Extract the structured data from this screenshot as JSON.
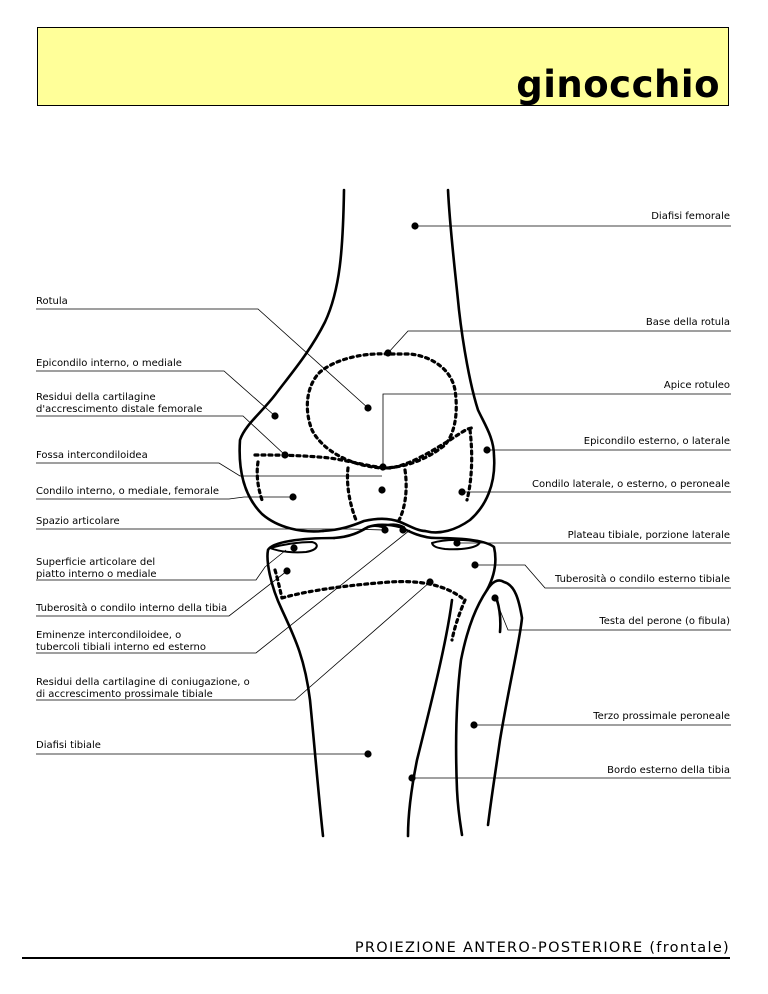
{
  "header": {
    "title": "ginocchio",
    "color": "#ffff99"
  },
  "labels_left": {
    "rotula": "Rotula",
    "epicondilo_interno": "Epicondilo interno, o mediale",
    "residui_cartilagine_l1": "Residui della cartilagine",
    "residui_cartilagine_l2": "d'accrescimento distale femorale",
    "fossa": "Fossa intercondiloidea",
    "condilo_interno": "Condilo interno, o mediale, femorale",
    "spazio": "Spazio articolare",
    "superficie_l1": "Superficie articolare del",
    "superficie_l2": "piatto interno o mediale",
    "tuberosita_interno": "Tuberosità o condilo interno della tibia",
    "eminenze_l1": "Eminenze intercondiloidee, o",
    "eminenze_l2": "tubercoli tibiali interno ed esterno",
    "residui_coniugazione_l1": "Residui della cartilagine di coniugazione, o",
    "residui_coniugazione_l2": "di accrescimento prossimale tibiale",
    "diafisi_tibiale": "Diafisi tibiale"
  },
  "labels_right": {
    "diafisi_femorale": "Diafisi femorale",
    "base_rotula": "Base della rotula",
    "apice_rotuleo": "Apice rotuleo",
    "epicondilo_esterno": "Epicondilo esterno, o laterale",
    "condilo_laterale": "Condilo laterale, o esterno, o peroneale",
    "plateau": "Plateau tibiale, porzione laterale",
    "tuberosita_esterno": "Tuberosità o condilo esterno tibiale",
    "testa_perone": "Testa del perone (o fibula)",
    "terzo_prossimale": "Terzo prossimale peroneale",
    "bordo_esterno": "Bordo esterno della tibia"
  },
  "footer": {
    "caption": "PROIEZIONE ANTERO-POSTERIORE (frontale)"
  }
}
